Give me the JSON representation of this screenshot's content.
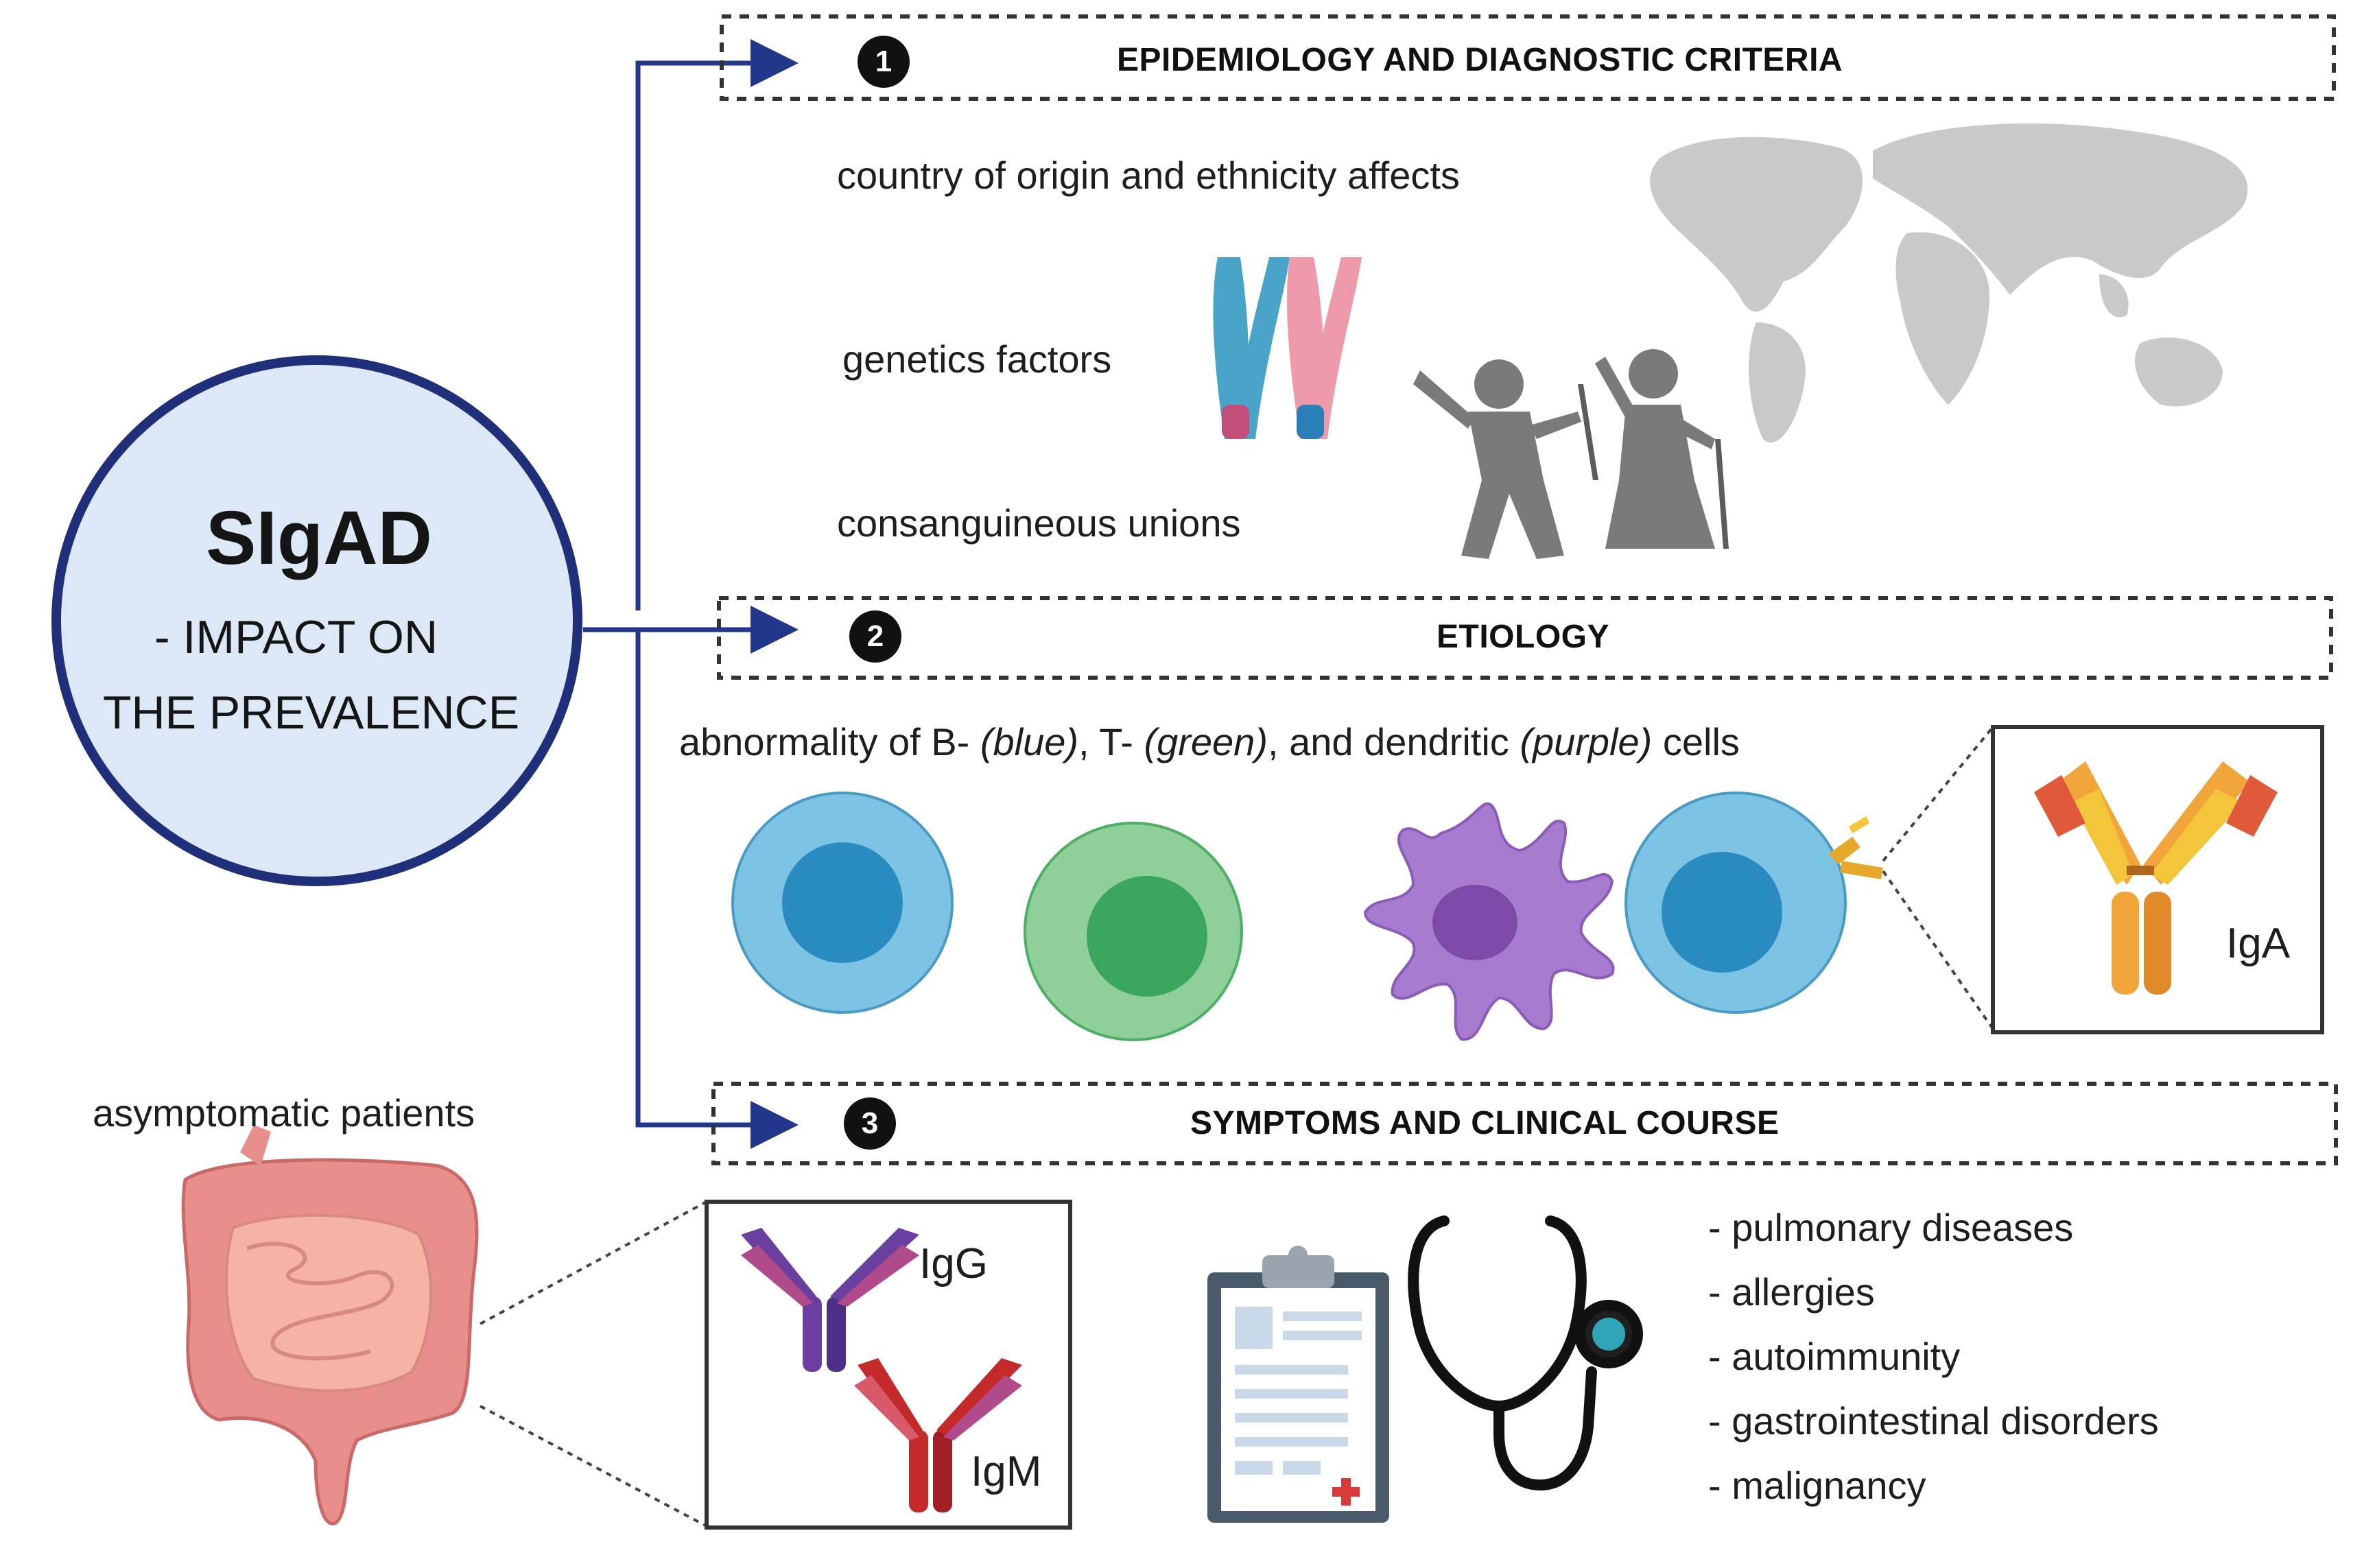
{
  "center": {
    "title": "SIgAD",
    "subtitle_line1": "- IMPACT ON",
    "subtitle_line2": "THE PREVALENCE"
  },
  "sections": [
    {
      "number": "1",
      "title": "EPIDEMIOLOGY AND DIAGNOSTIC CRITERIA"
    },
    {
      "number": "2",
      "title": "ETIOLOGY"
    },
    {
      "number": "3",
      "title": "SYMPTOMS AND CLINICAL COURSE"
    }
  ],
  "epidemiology": {
    "items": [
      "country of origin and ethnicity affects",
      "genetics factors",
      "consanguineous unions"
    ]
  },
  "etiology": {
    "text_prefix": "abnormality of B- ",
    "blue": "(blue)",
    "text_mid1": ", T- ",
    "green": "(green)",
    "text_mid2": ", and dendritic ",
    "purple": "(purple)",
    "text_suffix": " cells",
    "antibody_label": "IgA"
  },
  "symptoms": {
    "asymptomatic_label": "asymptomatic patients",
    "antibody_labels": [
      "IgG",
      "IgM"
    ],
    "list": [
      "- pulmonary diseases",
      "- allergies",
      "- autoimmunity",
      "- gastrointestinal disorders",
      "-  malignancy"
    ]
  },
  "colors": {
    "arrow": "#22368a",
    "circle_border": "#1f2f7a",
    "circle_fill": "#dce8f6",
    "b_cell": "#7cc3e4",
    "b_nucleus": "#2a8bc0",
    "t_cell": "#8fd09a",
    "t_nucleus": "#3aa55c",
    "dendritic": "#a77bd0",
    "dendritic_nucleus": "#7d4aa8"
  }
}
